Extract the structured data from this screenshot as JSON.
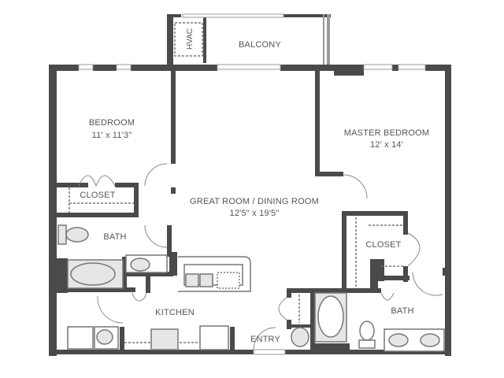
{
  "rooms": {
    "balcony": {
      "name": "BALCONY"
    },
    "hvac": {
      "name": "HVAC"
    },
    "bedroom": {
      "name": "BEDROOM",
      "size": "11' x 11'3\""
    },
    "master_bedroom": {
      "name": "MASTER BEDROOM",
      "size": "12' x 14'"
    },
    "great_room": {
      "name": "GREAT ROOM / DINING ROOM",
      "size": "12'5\" x 19'5\""
    },
    "closet_1": {
      "name": "CLOSET"
    },
    "bath_1": {
      "name": "BATH"
    },
    "kitchen": {
      "name": "KITCHEN"
    },
    "closet_2": {
      "name": "CLOSET"
    },
    "bath_2": {
      "name": "BATH"
    },
    "entry": {
      "name": "ENTRY"
    }
  },
  "colors": {
    "wall": "#4a4a4a",
    "fixture": "#777777",
    "fixture_fill": "#e6e6e6",
    "text": "#555555"
  }
}
